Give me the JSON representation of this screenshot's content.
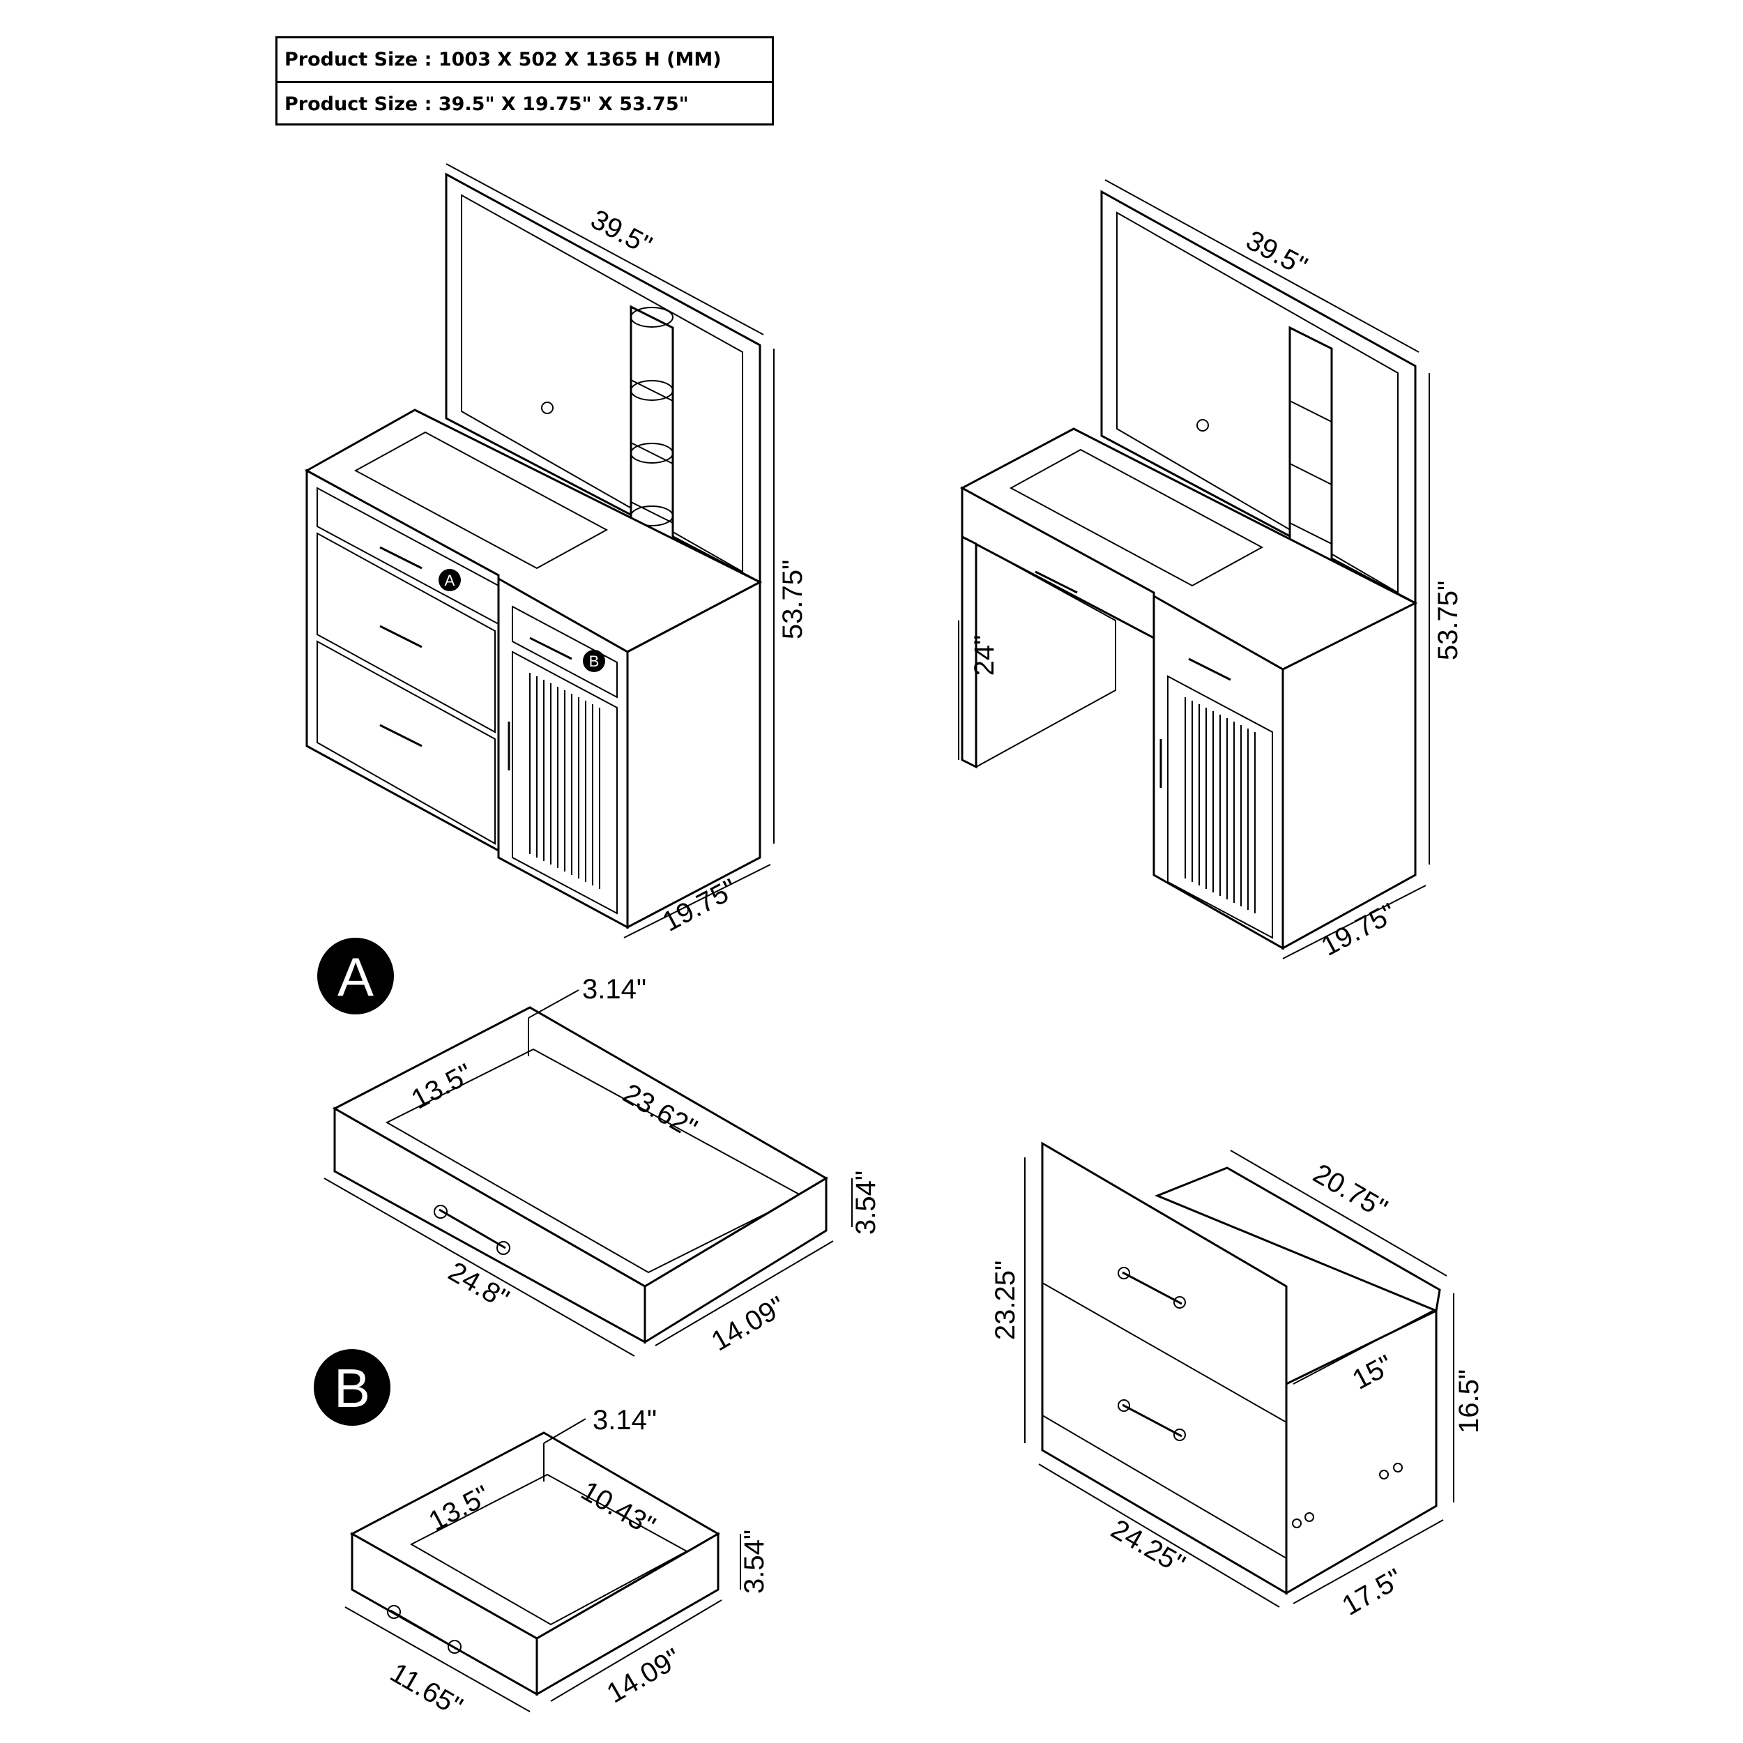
{
  "spec_table": {
    "rows": [
      "Product Size : 1003 X 502 X 1365 H (MM)",
      "Product Size : 39.5\" X 19.75\" X 53.75\""
    ]
  },
  "view_left": {
    "width": "39.5\"",
    "height": "53.75\"",
    "depth": "19.75\"",
    "callout_a": "A",
    "callout_b": "B"
  },
  "view_right": {
    "width": "39.5\"",
    "height": "53.75\"",
    "depth": "19.75\"",
    "knee_height": "24\""
  },
  "drawer_a": {
    "label": "A",
    "side_height": "3.14\"",
    "inner_depth": "13.5\"",
    "inner_width": "23.62\"",
    "front_height": "3.54\"",
    "front_width": "24.8\"",
    "depth": "14.09\""
  },
  "drawer_b": {
    "label": "B",
    "side_height": "3.14\"",
    "inner_depth": "13.5\"",
    "inner_width": "10.43\"",
    "front_height": "3.54\"",
    "front_width": "11.65\"",
    "depth": "14.09\""
  },
  "side_cabinet": {
    "top_depth": "20.75\"",
    "panel_height": "23.25\"",
    "inner_depth": "15\"",
    "body_height": "16.5\"",
    "front_width": "24.25\"",
    "side_depth": "17.5\""
  }
}
